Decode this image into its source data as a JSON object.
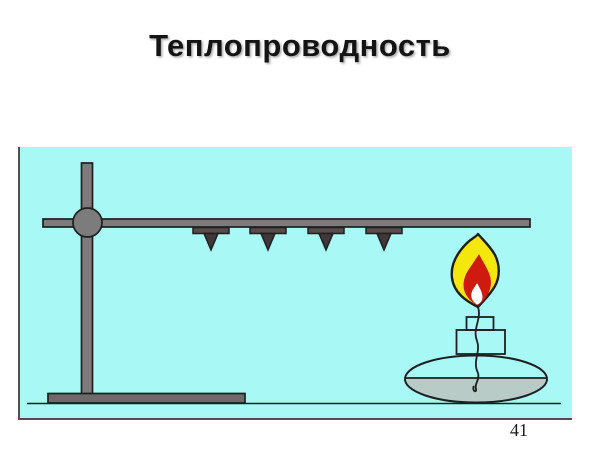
{
  "slide": {
    "title": "Теплопроводность",
    "page_number": "41"
  },
  "colors": {
    "panel_bg": "#a8f8f6",
    "panel_border": "#4f4f4f",
    "outline": "#1f1f1f",
    "metal_gray": "#7c7c7c",
    "metal_base": "#6b6b6b",
    "pin_head": "#564c4a",
    "pin_point": "#403838",
    "flame_yellow": "#f4e70d",
    "flame_red": "#cf1a10",
    "flame_white": "#ffffff",
    "lamp_liquid": "#b9cbc6"
  },
  "diagram": {
    "description": "Metal rod on a lab stand with four wax-attached pins, heated at one end by a spirit lamp flame",
    "pins_count": 4
  }
}
